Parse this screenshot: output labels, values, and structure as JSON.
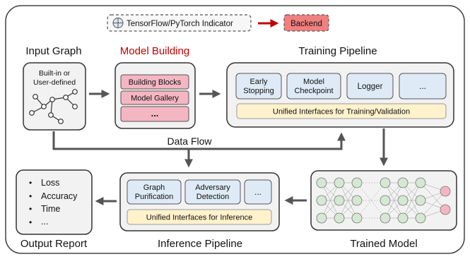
{
  "legend": {
    "indicator_label": "TensorFlow/PyTorch Indicator",
    "backend_label": "Backend"
  },
  "sections": {
    "input_graph": "Input Graph",
    "model_building": "Model Building",
    "training_pipeline": "Training Pipeline",
    "output_report": "Output Report",
    "inference_pipeline": "Inference Pipeline",
    "trained_model": "Trained Model"
  },
  "input_graph": {
    "line1": "Built-in or",
    "line2": "User-defined"
  },
  "model_building": {
    "items": [
      "Building Blocks",
      "Model Gallery",
      "..."
    ]
  },
  "training": {
    "modules": [
      {
        "line1": "Early",
        "line2": "Stopping"
      },
      {
        "line1": "Model",
        "line2": "Checkpoint"
      },
      {
        "line1": "Logger",
        "line2": ""
      },
      {
        "line1": "...",
        "line2": ""
      }
    ],
    "unified": "Unified Interfaces for Training/Validation"
  },
  "inference": {
    "modules": [
      {
        "line1": "Graph",
        "line2": "Purification"
      },
      {
        "line1": "Adversary",
        "line2": "Detection"
      },
      {
        "line1": "...",
        "line2": ""
      }
    ],
    "unified": "Unified Interfaces for Inference"
  },
  "data_flow_label": "Data Flow",
  "output_report": {
    "items": [
      "Loss",
      "Accuracy",
      "Time",
      "..."
    ]
  },
  "colors": {
    "accent_red": "#c00000",
    "backend_fill": "#f08080",
    "module_blue": "#deebf7",
    "unified_yellow": "#fff2cc",
    "panel_gray": "#f2f2f2",
    "arrow_gray": "#555555",
    "neuron_green": "#d5e8d4",
    "neuron_pink": "#f4b6c2"
  }
}
